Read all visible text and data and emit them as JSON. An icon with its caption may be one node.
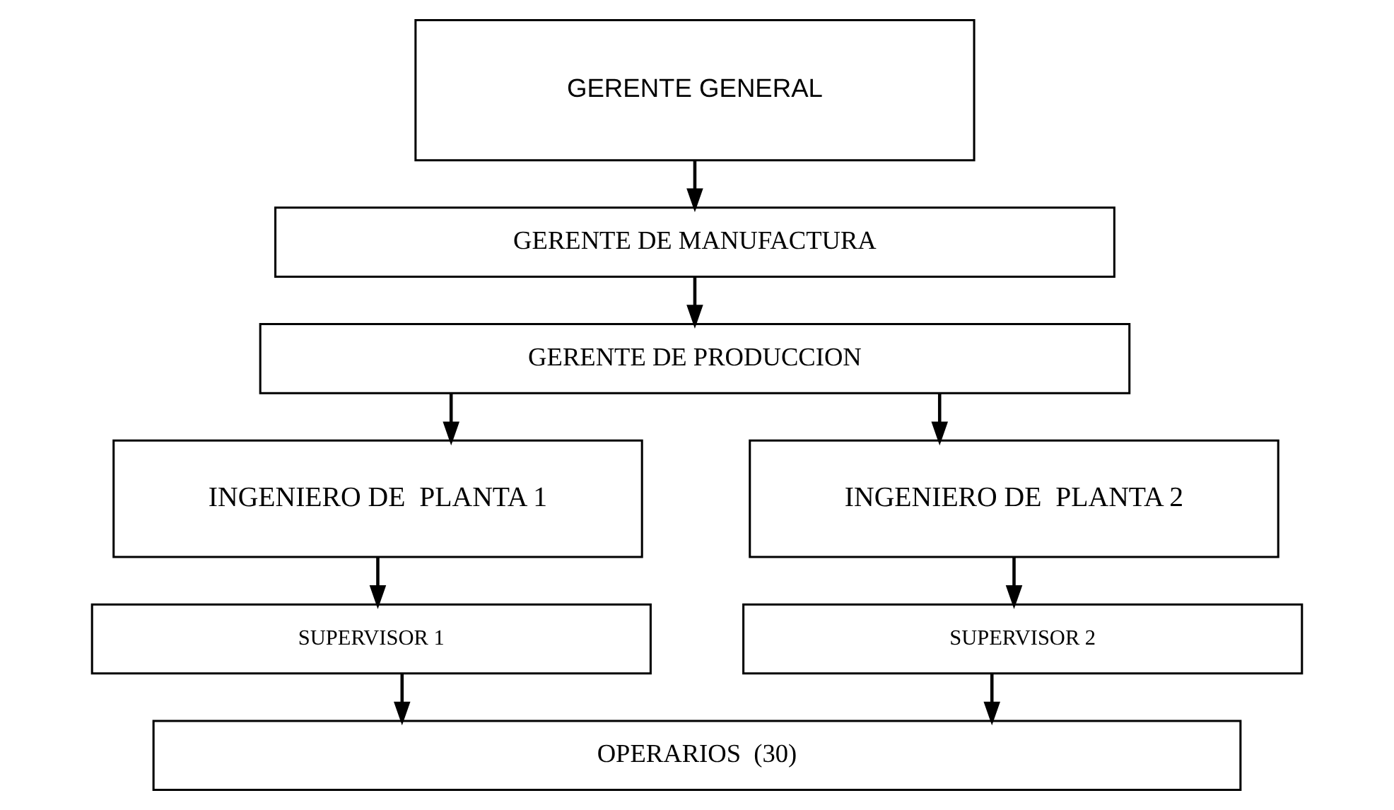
{
  "diagram": {
    "nodes": [
      {
        "text": [
          "GERENTE GENERAL"
        ]
      },
      {
        "text": [
          "GERENTE DE MANUFACTURA"
        ]
      },
      {
        "text": [
          "GERENTE DE PRODUCCION"
        ]
      },
      {
        "text": [
          "INGENIERO DE  PLANTA 1"
        ]
      },
      {
        "text": [
          "INGENIERO DE  PLANTA 2"
        ]
      },
      {
        "text": [
          "SUPERVISOR 1"
        ]
      },
      {
        "text": [
          "SUPERVISOR 2"
        ]
      },
      {
        "text": [
          "OPERARIOS  (30)"
        ]
      }
    ],
    "edges": [
      {
        "from": 0,
        "to": 1,
        "arrow": "to"
      },
      {
        "from": 1,
        "to": 2,
        "arrow": "to"
      },
      {
        "from": 2,
        "to": 3,
        "arrow": "to"
      },
      {
        "from": 2,
        "to": 4,
        "arrow": "to"
      },
      {
        "from": 3,
        "to": 5,
        "arrow": "to"
      },
      {
        "from": 4,
        "to": 6,
        "arrow": "to"
      },
      {
        "from": 5,
        "to": 7,
        "arrow": "to"
      },
      {
        "from": 6,
        "to": 7,
        "arrow": "to"
      }
    ]
  }
}
